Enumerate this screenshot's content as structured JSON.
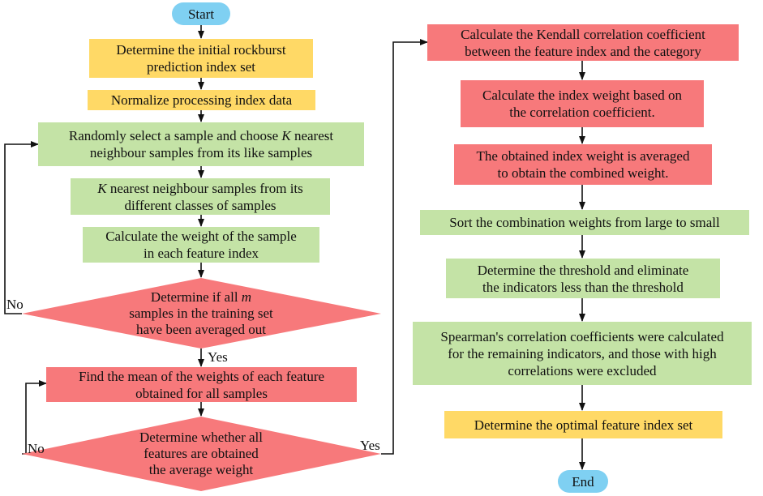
{
  "nodes": {
    "start": "Start",
    "determine_initial": [
      "Determine the initial rockburst",
      "prediction index set"
    ],
    "normalize": "Normalize processing index data",
    "randomly_select": [
      "Randomly select a sample and choose ",
      "K",
      " nearest",
      "neighbour samples from its like samples"
    ],
    "k_nearest": [
      "K",
      " nearest neighbour samples from its",
      "different classes of samples"
    ],
    "calc_weight_sample": [
      "Calculate the weight of the sample",
      "in each feature index"
    ],
    "decision_all_m": [
      "Determine if all ",
      "m",
      "samples in the training set",
      "have been averaged out"
    ],
    "find_mean": [
      "Find the mean of the weights of each feature",
      "obtained for all samples"
    ],
    "decision_all_features": [
      "Determine whether all",
      "features are obtained",
      "the average weight"
    ],
    "kendall": [
      "Calculate the Kendall correlation coefficient",
      "between the feature index and the category"
    ],
    "index_weight": [
      "Calculate the index weight based on",
      "the correlation coefficient."
    ],
    "averaged": [
      "The obtained index weight is averaged",
      "to obtain the combined weight."
    ],
    "sort": "Sort the combination weights from large to small",
    "threshold": [
      "Determine the threshold and eliminate",
      "the indicators less than the threshold"
    ],
    "spearman": [
      "Spearman's correlation coefficients were calculated",
      "for the remaining indicators, and those with high",
      "correlations were excluded"
    ],
    "optimal": "Determine the optimal feature index set",
    "end": "End"
  },
  "edge_labels": {
    "no_1": "No",
    "yes_1": "Yes",
    "no_2": "No",
    "yes_2": "Yes"
  },
  "colors": {
    "yellow": "#ffd966",
    "green": "#c4e3a6",
    "red": "#f7797b",
    "terminal": "#7fd0f2",
    "line": "#111111"
  }
}
